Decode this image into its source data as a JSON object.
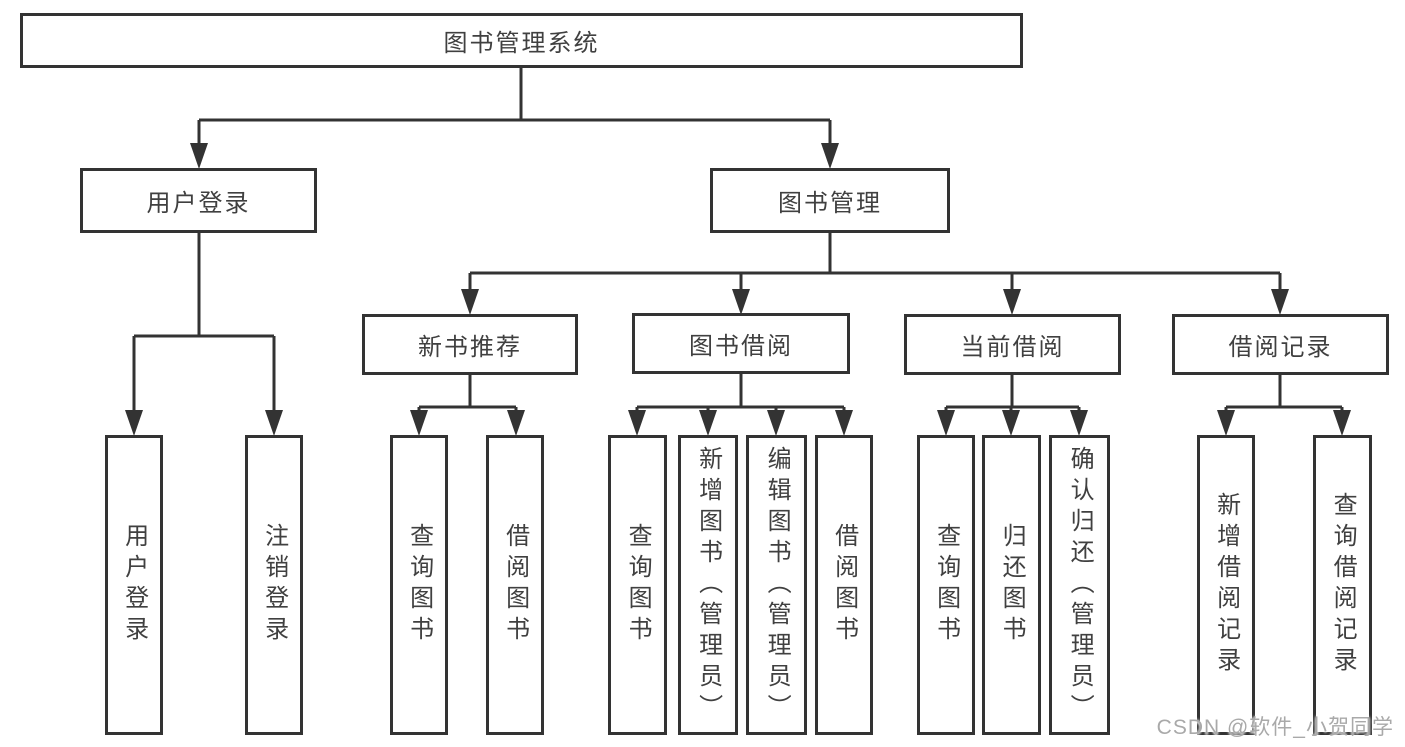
{
  "tree": {
    "label": "图书管理系统",
    "children": [
      {
        "label": "用户登录",
        "children": [
          {
            "label": "用户登录"
          },
          {
            "label": "注销登录"
          }
        ]
      },
      {
        "label": "图书管理",
        "children": [
          {
            "label": "新书推荐",
            "children": [
              {
                "label": "查询图书"
              },
              {
                "label": "借阅图书"
              }
            ]
          },
          {
            "label": "图书借阅",
            "children": [
              {
                "label": "查询图书"
              },
              {
                "label": "新增图书（管理员）"
              },
              {
                "label": "编辑图书（管理员）"
              },
              {
                "label": "借阅图书"
              }
            ]
          },
          {
            "label": "当前借阅",
            "children": [
              {
                "label": "查询图书"
              },
              {
                "label": "归还图书"
              },
              {
                "label": "确认归还（管理员）"
              }
            ]
          },
          {
            "label": "借阅记录",
            "children": [
              {
                "label": "新增借阅记录"
              },
              {
                "label": "查询借阅记录"
              }
            ]
          }
        ]
      }
    ]
  },
  "watermark": {
    "text": "CSDN @软件_小贺同学"
  },
  "colors": {
    "line": "#333333",
    "text": "#404040",
    "box_background": "#ffffff",
    "page_background": "#ffffff",
    "watermark": "#a9a9a9"
  }
}
